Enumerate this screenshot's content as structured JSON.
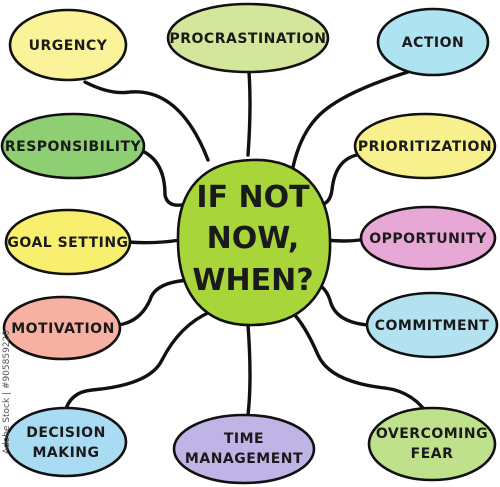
{
  "center": {
    "lines": [
      "IF NOT",
      "NOW,",
      "WHEN?"
    ],
    "fill": "#a8d63a"
  },
  "nodes": [
    {
      "id": "urgency",
      "lines": [
        "URGENCY"
      ],
      "fill": "#fbf39a"
    },
    {
      "id": "procrastination",
      "lines": [
        "PROCRASTINATION"
      ],
      "fill": "#d4e69c"
    },
    {
      "id": "action",
      "lines": [
        "ACTION"
      ],
      "fill": "#aee3f2"
    },
    {
      "id": "responsibility",
      "lines": [
        "RESPONSIBILITY"
      ],
      "fill": "#8fcf73"
    },
    {
      "id": "prioritization",
      "lines": [
        "PRIORITIZATION"
      ],
      "fill": "#f7f08d"
    },
    {
      "id": "goal-setting",
      "lines": [
        "GOAL SETTING"
      ],
      "fill": "#f8ef6e"
    },
    {
      "id": "opportunity",
      "lines": [
        "OPPORTUNITY"
      ],
      "fill": "#e8a8d6"
    },
    {
      "id": "motivation",
      "lines": [
        "MOTIVATION"
      ],
      "fill": "#f7b1a3"
    },
    {
      "id": "commitment",
      "lines": [
        "COMMITMENT"
      ],
      "fill": "#b3e1f0"
    },
    {
      "id": "decision-making",
      "lines": [
        "DECISION",
        "MAKING"
      ],
      "fill": "#a9dcf3"
    },
    {
      "id": "time-management",
      "lines": [
        "TIME",
        "MANAGEMENT"
      ],
      "fill": "#c0b4e6"
    },
    {
      "id": "overcoming-fear",
      "lines": [
        "OVERCOMING",
        "FEAR"
      ],
      "fill": "#bfe18c"
    }
  ],
  "watermark": "Adobe Stock | #905859220"
}
